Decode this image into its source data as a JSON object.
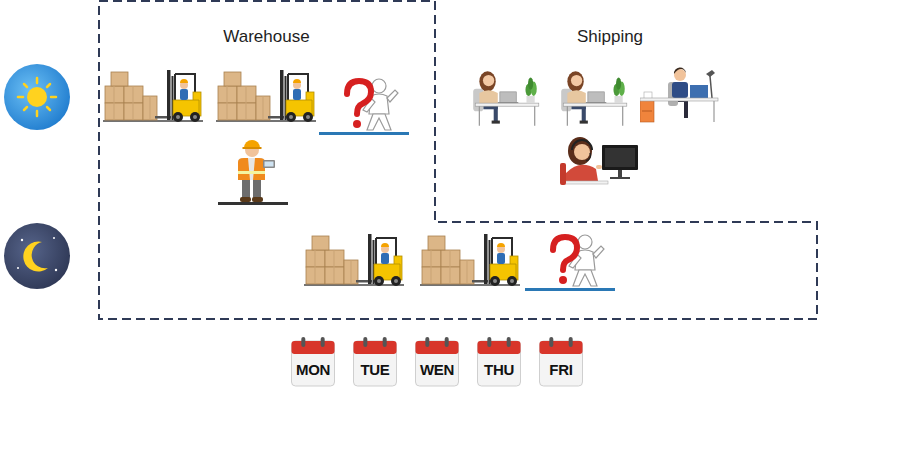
{
  "diagram": {
    "nodes": [
      {
        "text": [
          "Warehouse"
        ]
      },
      {
        "text": [
          "MON"
        ]
      },
      {
        "text": [
          "TUE"
        ]
      },
      {
        "text": [
          "WEN"
        ]
      },
      {
        "text": [
          "THU"
        ]
      },
      {
        "text": [
          "FRI"
        ]
      }
    ],
    "labels": [
      "Shipping"
    ]
  }
}
